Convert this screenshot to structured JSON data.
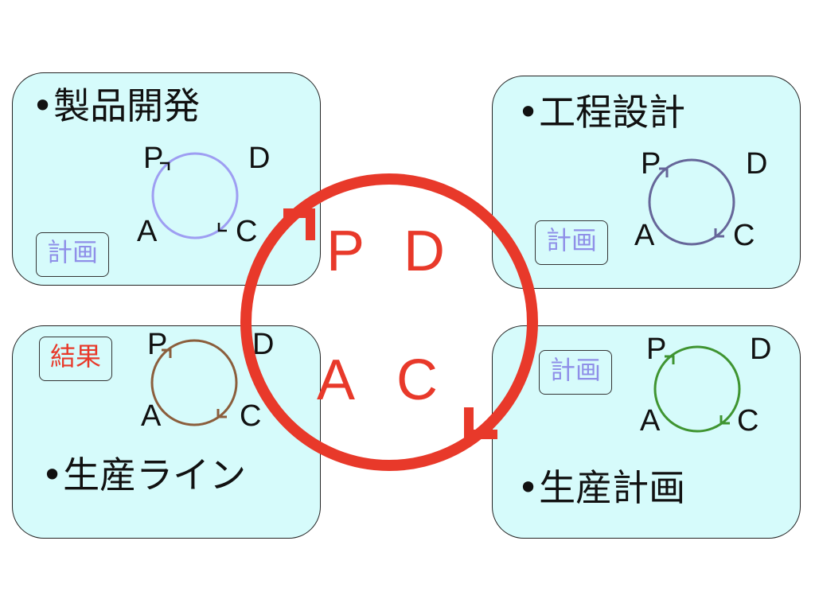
{
  "colors": {
    "panel_bg": "#d6fbfb",
    "main_cycle": "#e8392a",
    "plan_tag_text": "#8f8fe8",
    "result_tag_text": "#e8392a",
    "cycle_tl": "#9e9ef2",
    "cycle_tr": "#666699",
    "cycle_bl": "#8b5e3c",
    "cycle_br": "#3f9431"
  },
  "main_cycle": {
    "p": "P",
    "d": "D",
    "a": "A",
    "c": "C"
  },
  "panels": {
    "top_left": {
      "title": "•製品開発",
      "tag": "計画",
      "p": "P",
      "d": "D",
      "a": "A",
      "c": "C"
    },
    "top_right": {
      "title": "•工程設計",
      "tag": "計画",
      "p": "P",
      "d": "D",
      "a": "A",
      "c": "C"
    },
    "bottom_left": {
      "title": "•生産ライン",
      "tag": "結果",
      "p": "P",
      "d": "D",
      "a": "A",
      "c": "C"
    },
    "bottom_right": {
      "title": "•生産計画",
      "tag": "計画",
      "p": "P",
      "d": "D",
      "a": "A",
      "c": "C"
    }
  }
}
